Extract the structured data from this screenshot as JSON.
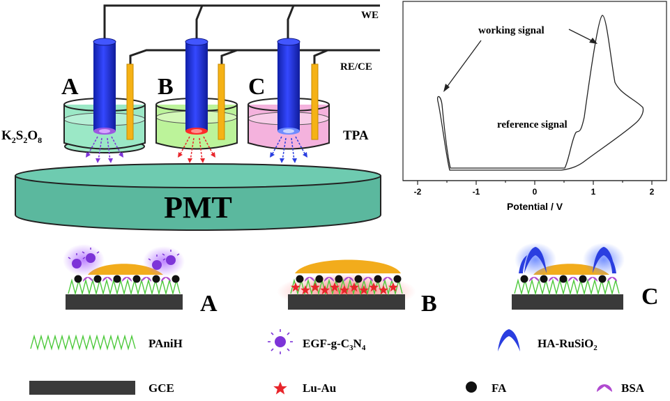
{
  "colors": {
    "electrode_blue": "#1a2ccc",
    "counter_electrode": "#f5b216",
    "wire": "#222222",
    "solution_a": "#9be8c6",
    "solution_b": "#bcf39a",
    "solution_c": "#f4b2dd",
    "pmt": "#5bb89e",
    "gce": "#3a3a3a",
    "panih": "#4cc93a",
    "egf_gc3n4": "#7d34d8",
    "lu_au": "#e8252b",
    "ha_ruSiO2": "#2a3ee0",
    "fa": "#111111",
    "bsa": "#b04ad0",
    "film": "#f2ac1c"
  },
  "cell_diagram": {
    "we_label": "WE",
    "re_ce_label": "RE/CE",
    "cells": [
      {
        "letter": "A",
        "solution_label": "K2S2O8",
        "spot_color": "#9b59e0",
        "arrow_color": "#7d34d8"
      },
      {
        "letter": "B",
        "solution_label": "",
        "spot_color": "#ff2a2a",
        "arrow_color": "#e8252b"
      },
      {
        "letter": "C",
        "solution_label": "TPA",
        "spot_color": "#9bb0ff",
        "arrow_color": "#2a3ee0"
      }
    ],
    "k2s2o8": {
      "base1": "K",
      "sub1": "2",
      "base2": "S",
      "sub2": "2",
      "base3": "O",
      "sub3": "8"
    },
    "tpa_label": "TPA",
    "pmt_label": "PMT"
  },
  "cv_plot": {
    "xlabel": "Potential / V",
    "x_ticks": [
      "-2",
      "-1",
      "0",
      "1",
      "2"
    ],
    "annotations": {
      "working": "working signal",
      "reference": "reference signal"
    }
  },
  "sensors": [
    {
      "letter": "A",
      "type": "EGF-g-C3N4"
    },
    {
      "letter": "B",
      "type": "Lu-Au"
    },
    {
      "letter": "C",
      "type": "HA-RuSiO2"
    }
  ],
  "legend": {
    "panih": "PAniH",
    "egf": {
      "base": "EGF-g-C",
      "sub1": "3",
      "mid": "N",
      "sub2": "4"
    },
    "ha": {
      "base": "HA-RuSiO",
      "sub": "2"
    },
    "gce": "GCE",
    "luau": "Lu-Au",
    "fa": "FA",
    "bsa": "BSA"
  }
}
